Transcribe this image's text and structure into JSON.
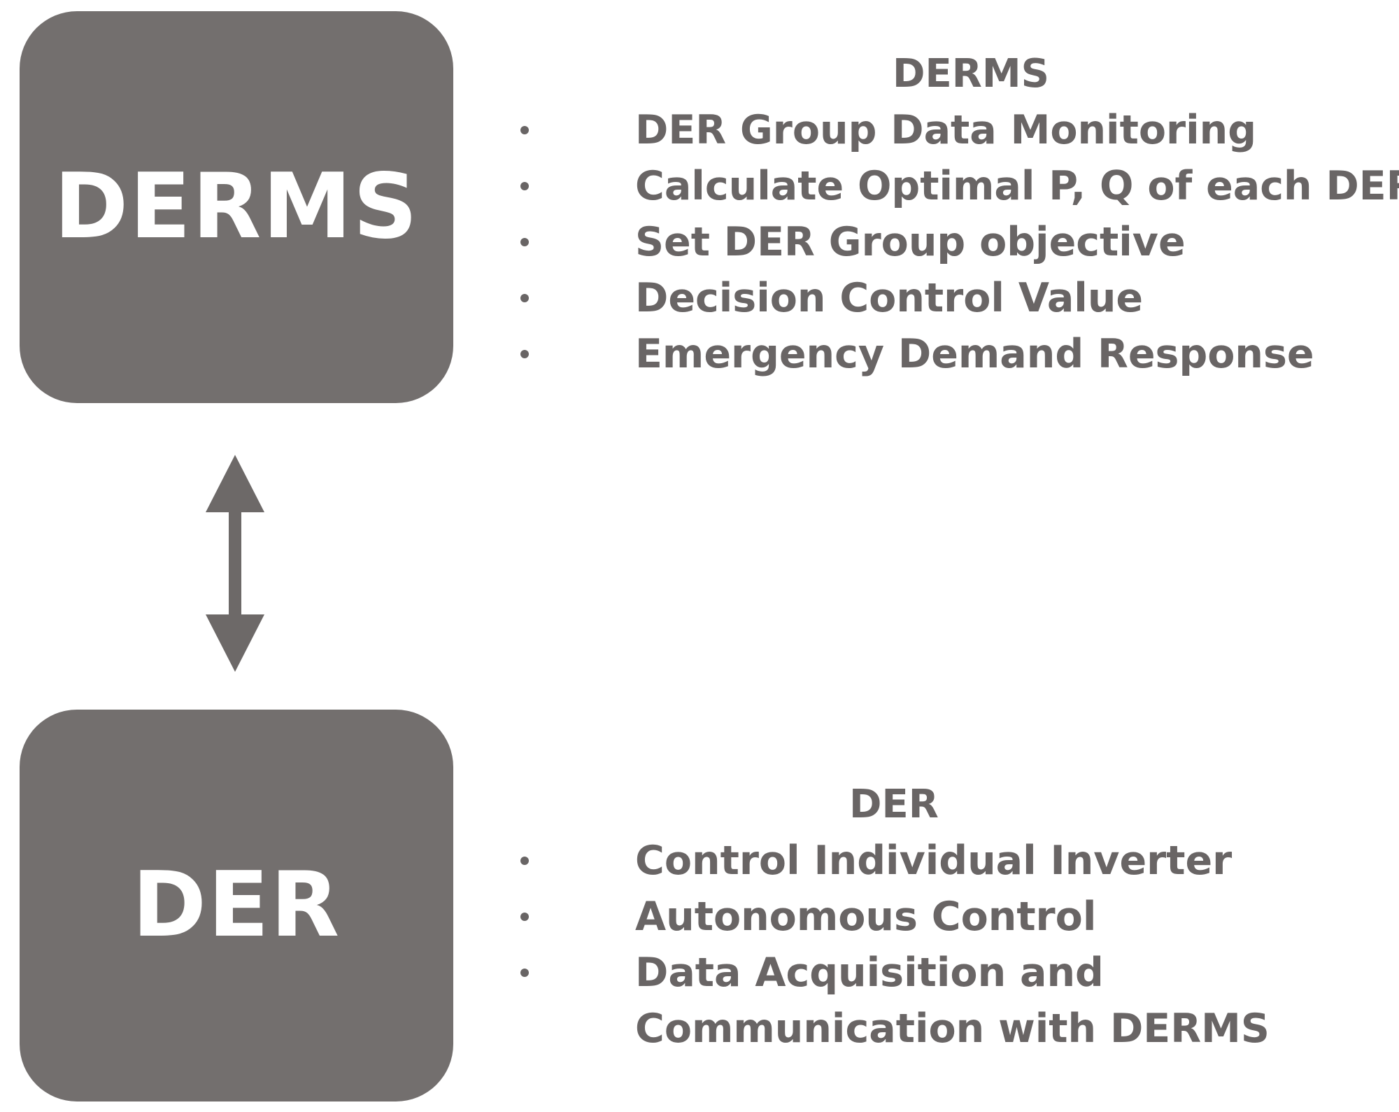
{
  "colors": {
    "box_fill": "#736f6e",
    "box_text": "#ffffff",
    "body_text": "#696565",
    "arrow": "#6d6968",
    "background": "#ffffff"
  },
  "boxes": {
    "derms_label": "DERMS",
    "der_label": "DER"
  },
  "arrow": {
    "icon": "double-headed-vertical-arrow-icon"
  },
  "derms_section": {
    "title": "DERMS",
    "items": [
      "DER Group Data Monitoring",
      "Calculate Optimal P, Q of each DER",
      "Set DER Group objective",
      "Decision Control Value",
      "Emergency Demand Response"
    ]
  },
  "der_section": {
    "title": "DER",
    "items": [
      "Control Individual Inverter",
      "Autonomous Control",
      "Data Acquisition and",
      "Communication with DERMS"
    ]
  }
}
